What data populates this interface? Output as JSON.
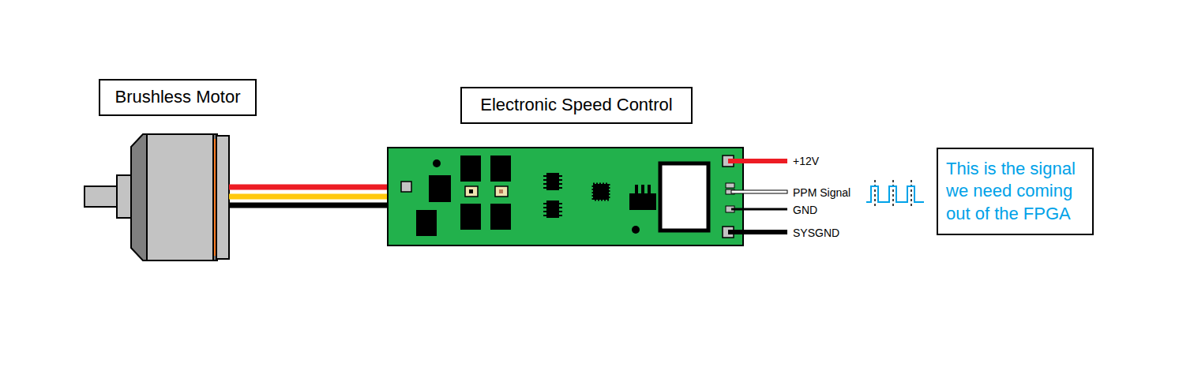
{
  "diagram": {
    "nodes": [
      {
        "text": [
          "Brushless Motor"
        ]
      },
      {
        "text": [
          "Electronic Speed Control"
        ]
      },
      {
        "text": [
          "This is the signal we need coming out of the FPGA"
        ]
      }
    ],
    "labels": [
      "+12V",
      "PPM Signal",
      "GND",
      "SYSGND"
    ]
  }
}
